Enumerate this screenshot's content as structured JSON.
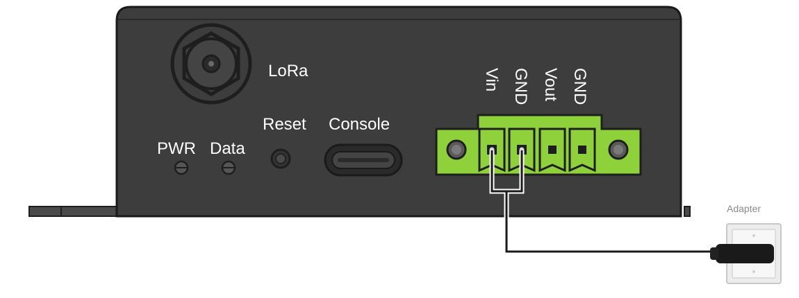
{
  "device": {
    "body_color": "#3d3d3d",
    "terminal_color": "#8fd13a",
    "labels": {
      "antenna": "LoRa",
      "reset": "Reset",
      "console": "Console",
      "pwr_led": "PWR",
      "data_led": "Data"
    },
    "terminal_pins": [
      "Vin",
      "GND",
      "Vout",
      "GND"
    ]
  },
  "adapter": {
    "label": "Adapter"
  }
}
